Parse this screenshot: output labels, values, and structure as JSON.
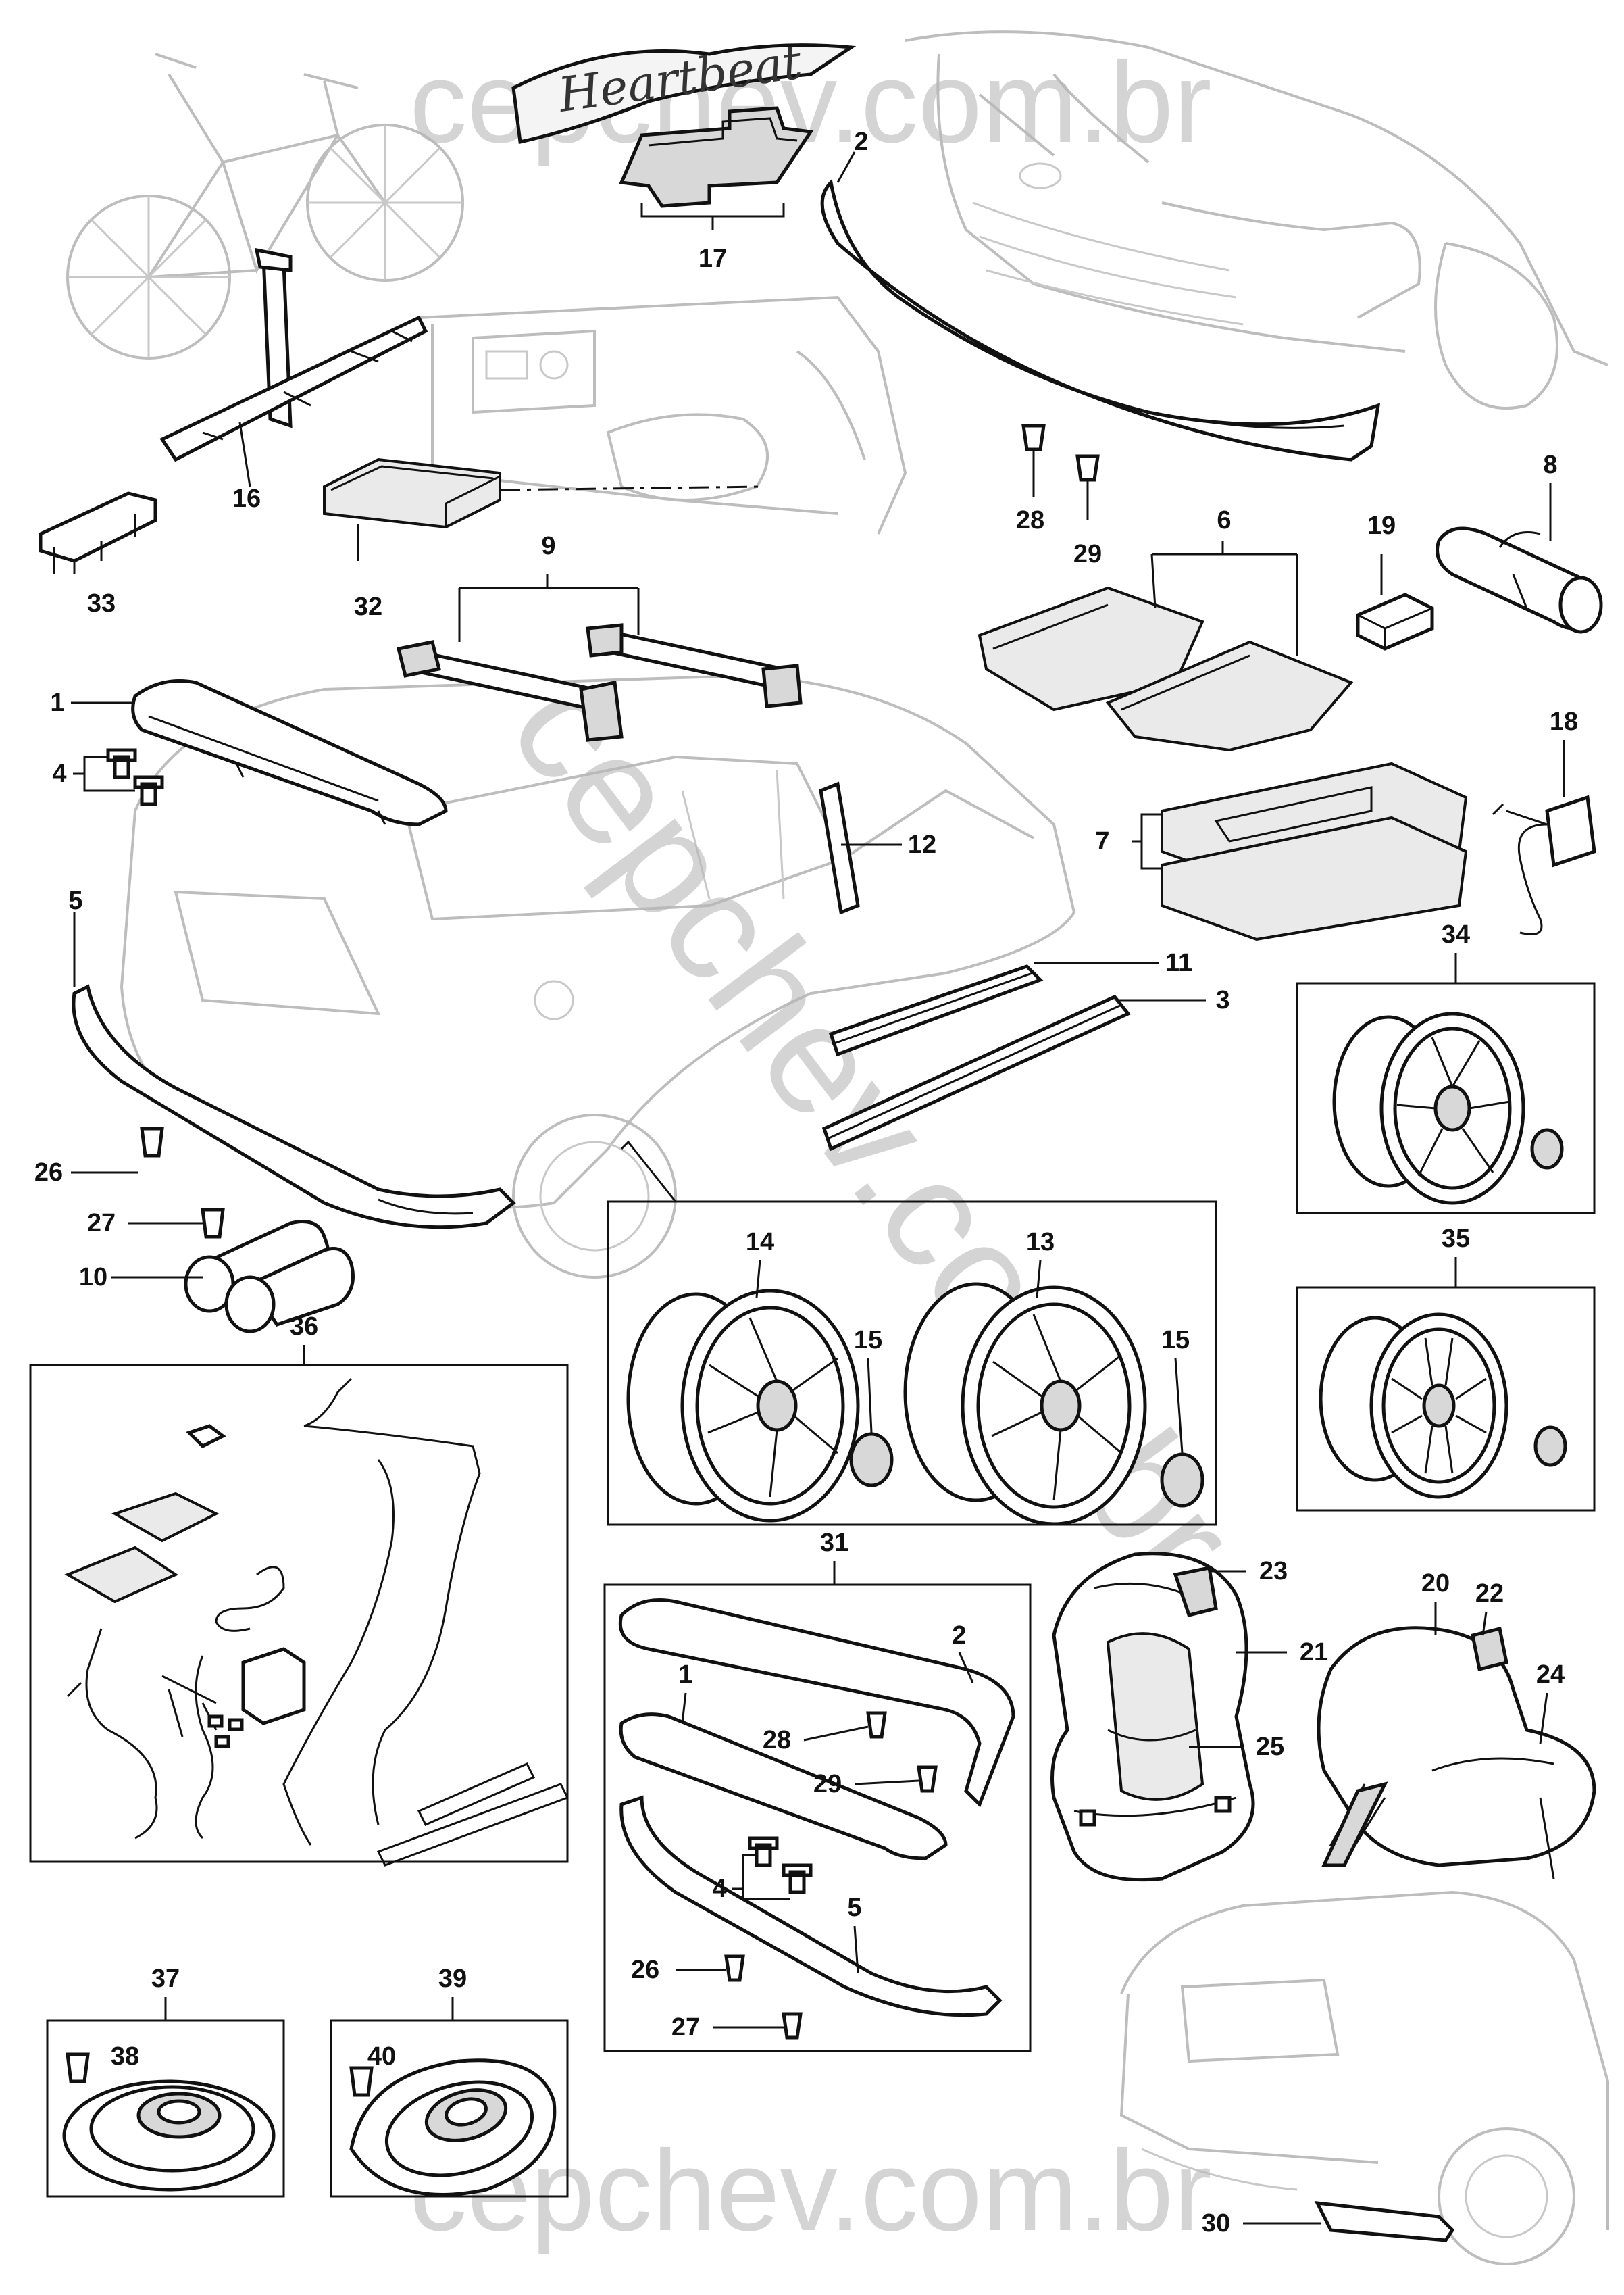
{
  "watermark": {
    "top": "cepchev.com.br",
    "bottom": "cepchev.com.br",
    "diagonal": "cepchev.com.br"
  },
  "logo_script": "Heartbeat",
  "callouts": {
    "c1": "1",
    "c2": "2",
    "c3": "3",
    "c4": "4",
    "c5": "5",
    "c6": "6",
    "c7": "7",
    "c8": "8",
    "c9": "9",
    "c10": "10",
    "c11": "11",
    "c12": "12",
    "c13": "13",
    "c14": "14",
    "c15a": "15",
    "c15b": "15",
    "c16": "16",
    "c17": "17",
    "c18": "18",
    "c19": "19",
    "c20": "20",
    "c21": "21",
    "c22": "22",
    "c23": "23",
    "c24": "24",
    "c25": "25",
    "c26": "26",
    "c27": "27",
    "c28": "28",
    "c29": "29",
    "c30": "30",
    "c31": "31",
    "c32": "32",
    "c33": "33",
    "c34": "34",
    "c35": "35",
    "c36": "36",
    "c37": "37",
    "c38": "38",
    "c39": "39",
    "c40": "40",
    "k1": "1",
    "k2": "2",
    "k4": "4",
    "k5": "5",
    "k26": "26",
    "k27": "27",
    "k28": "28",
    "k29": "29"
  }
}
